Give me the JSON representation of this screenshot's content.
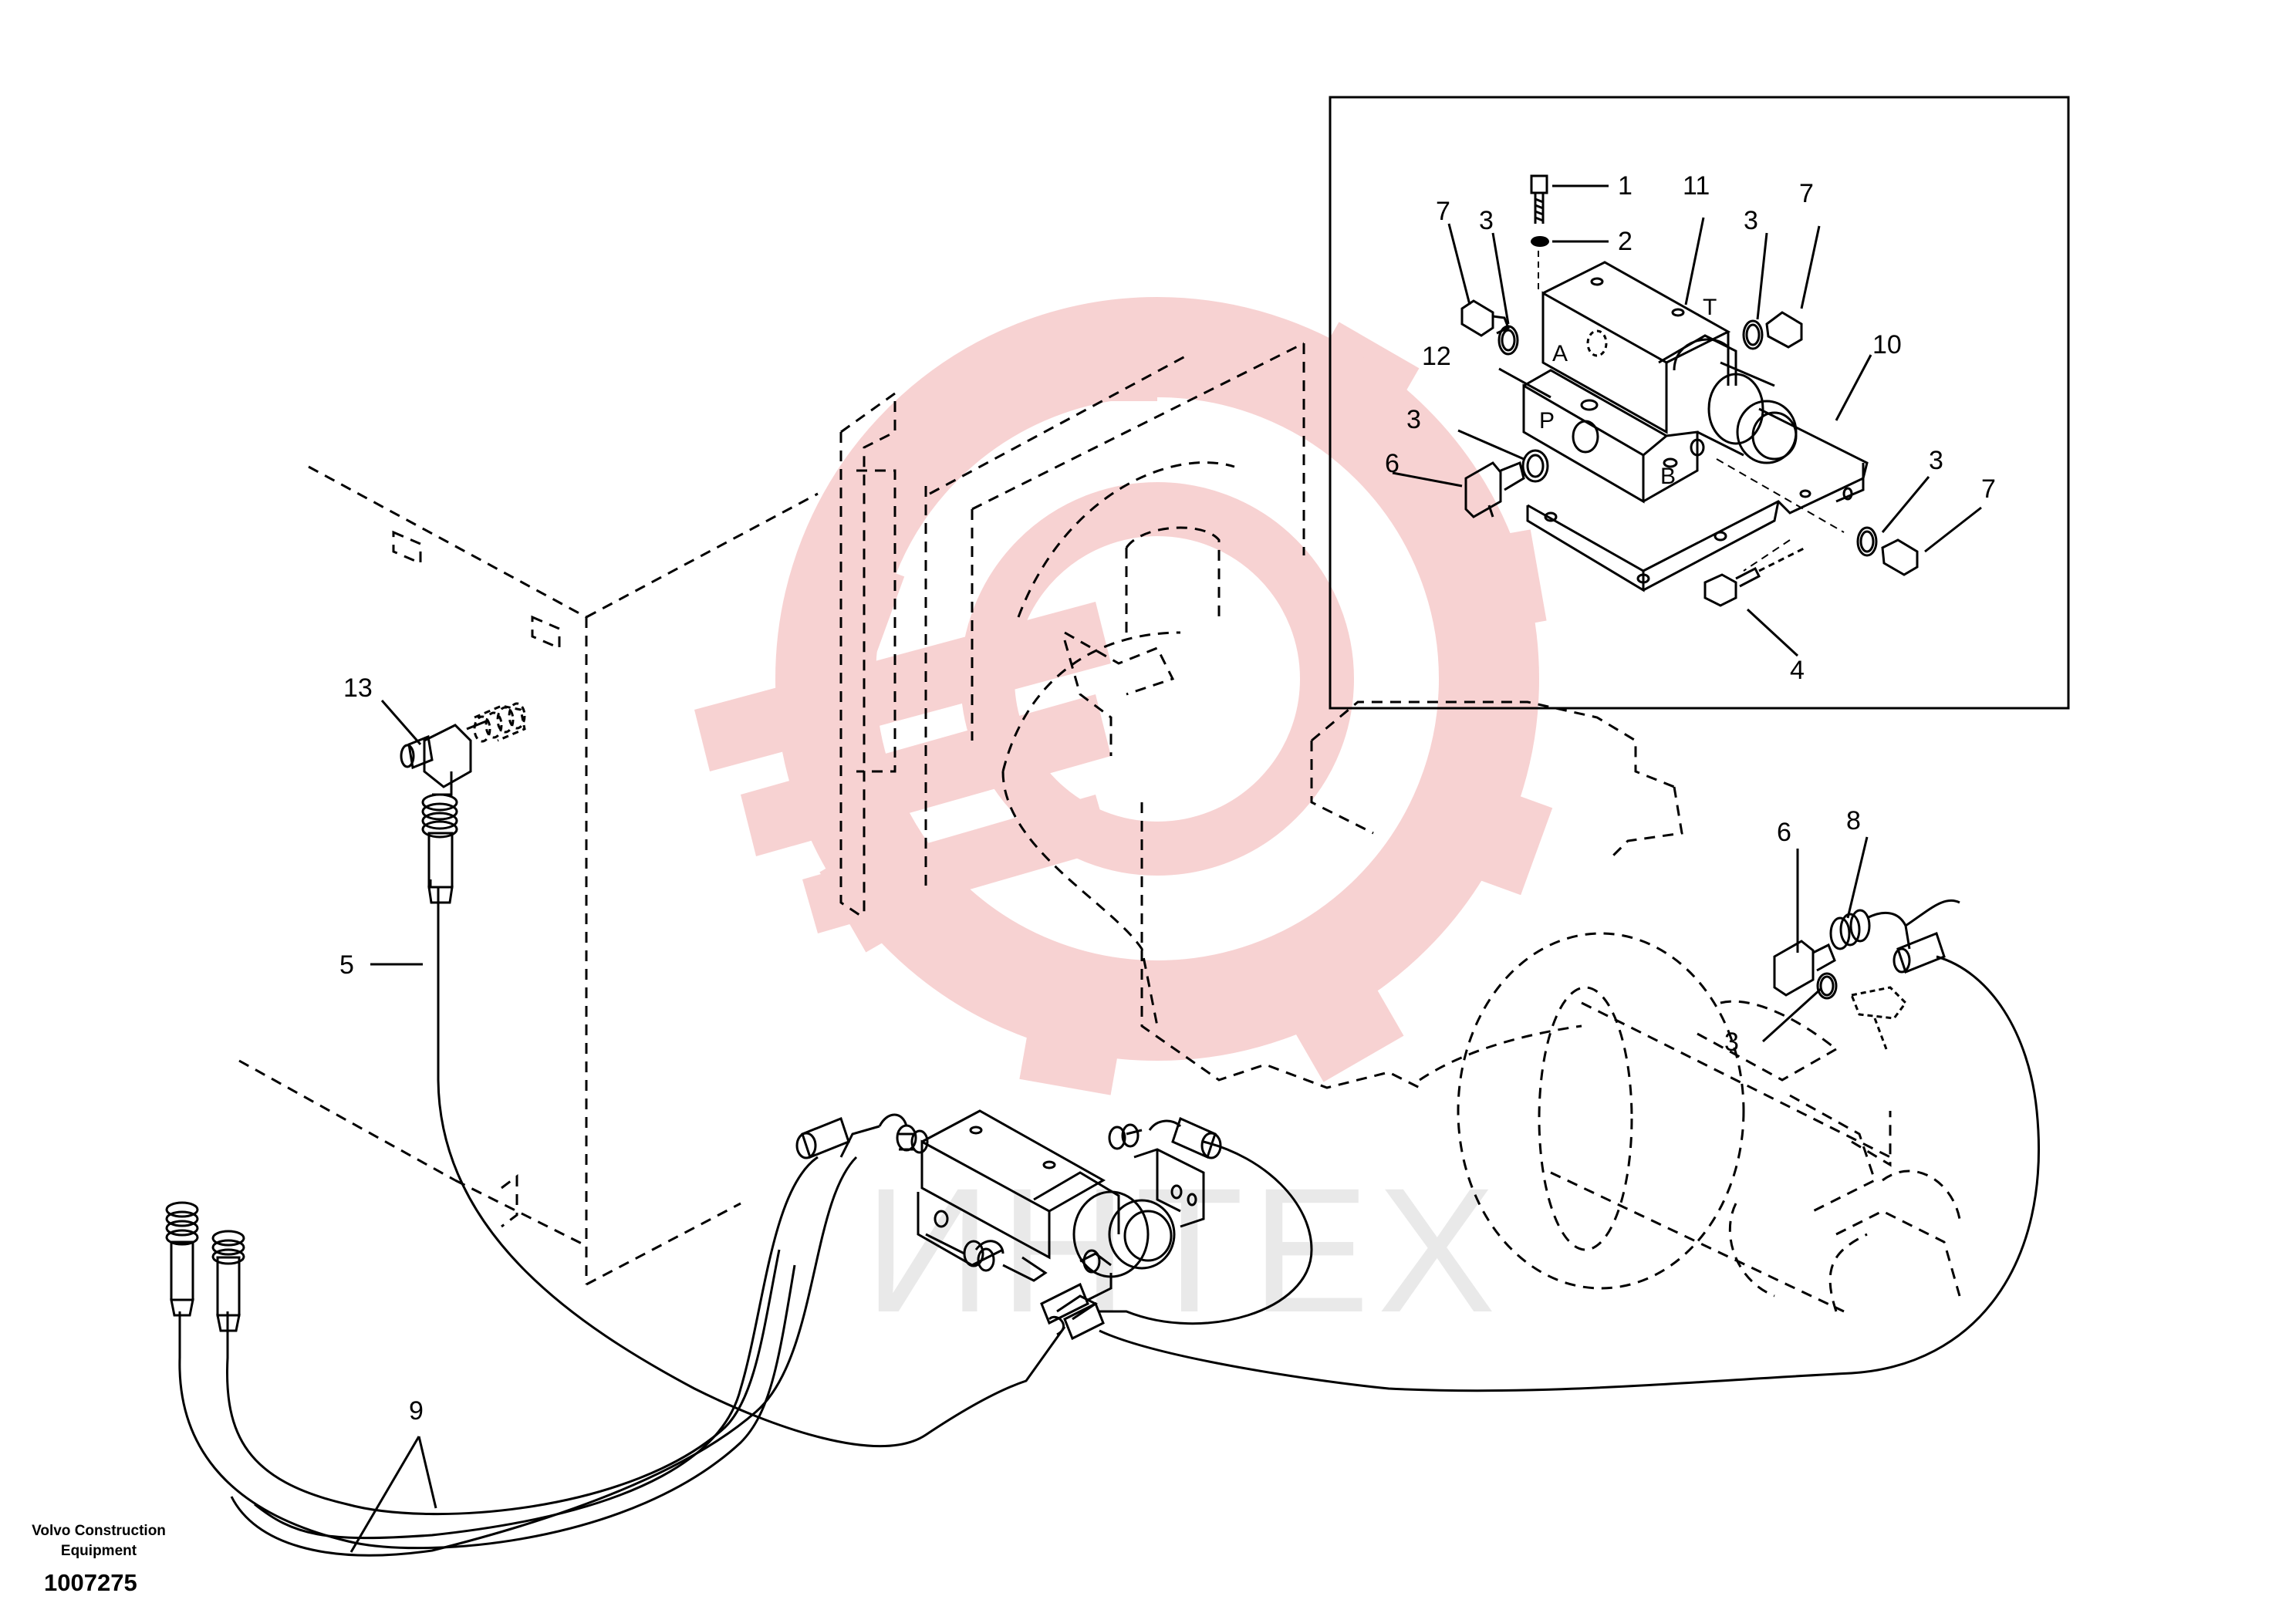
{
  "callouts": {
    "c1": "1",
    "c2": "2",
    "c3a": "3",
    "c3b": "3",
    "c3c": "3",
    "c3d": "3",
    "c3e": "3",
    "c4": "4",
    "c5": "5",
    "c6a": "6",
    "c6b": "6",
    "c7a": "7",
    "c7b": "7",
    "c7c": "7",
    "c8": "8",
    "c9": "9",
    "c10": "10",
    "c11": "11",
    "c12": "12",
    "c13": "13"
  },
  "ports": {
    "a": "A",
    "t": "T",
    "p": "P",
    "b": "B"
  },
  "footer": {
    "org_line1": "Volvo Construction",
    "org_line2": "Equipment",
    "drawing_number": "1007275"
  },
  "watermark": {
    "text": "ИНТЕХ",
    "color": "#f4c5c5"
  },
  "colors": {
    "line": "#000000",
    "watermark_gear": "#f6caca",
    "watermark_text": "#e6e6e6"
  }
}
